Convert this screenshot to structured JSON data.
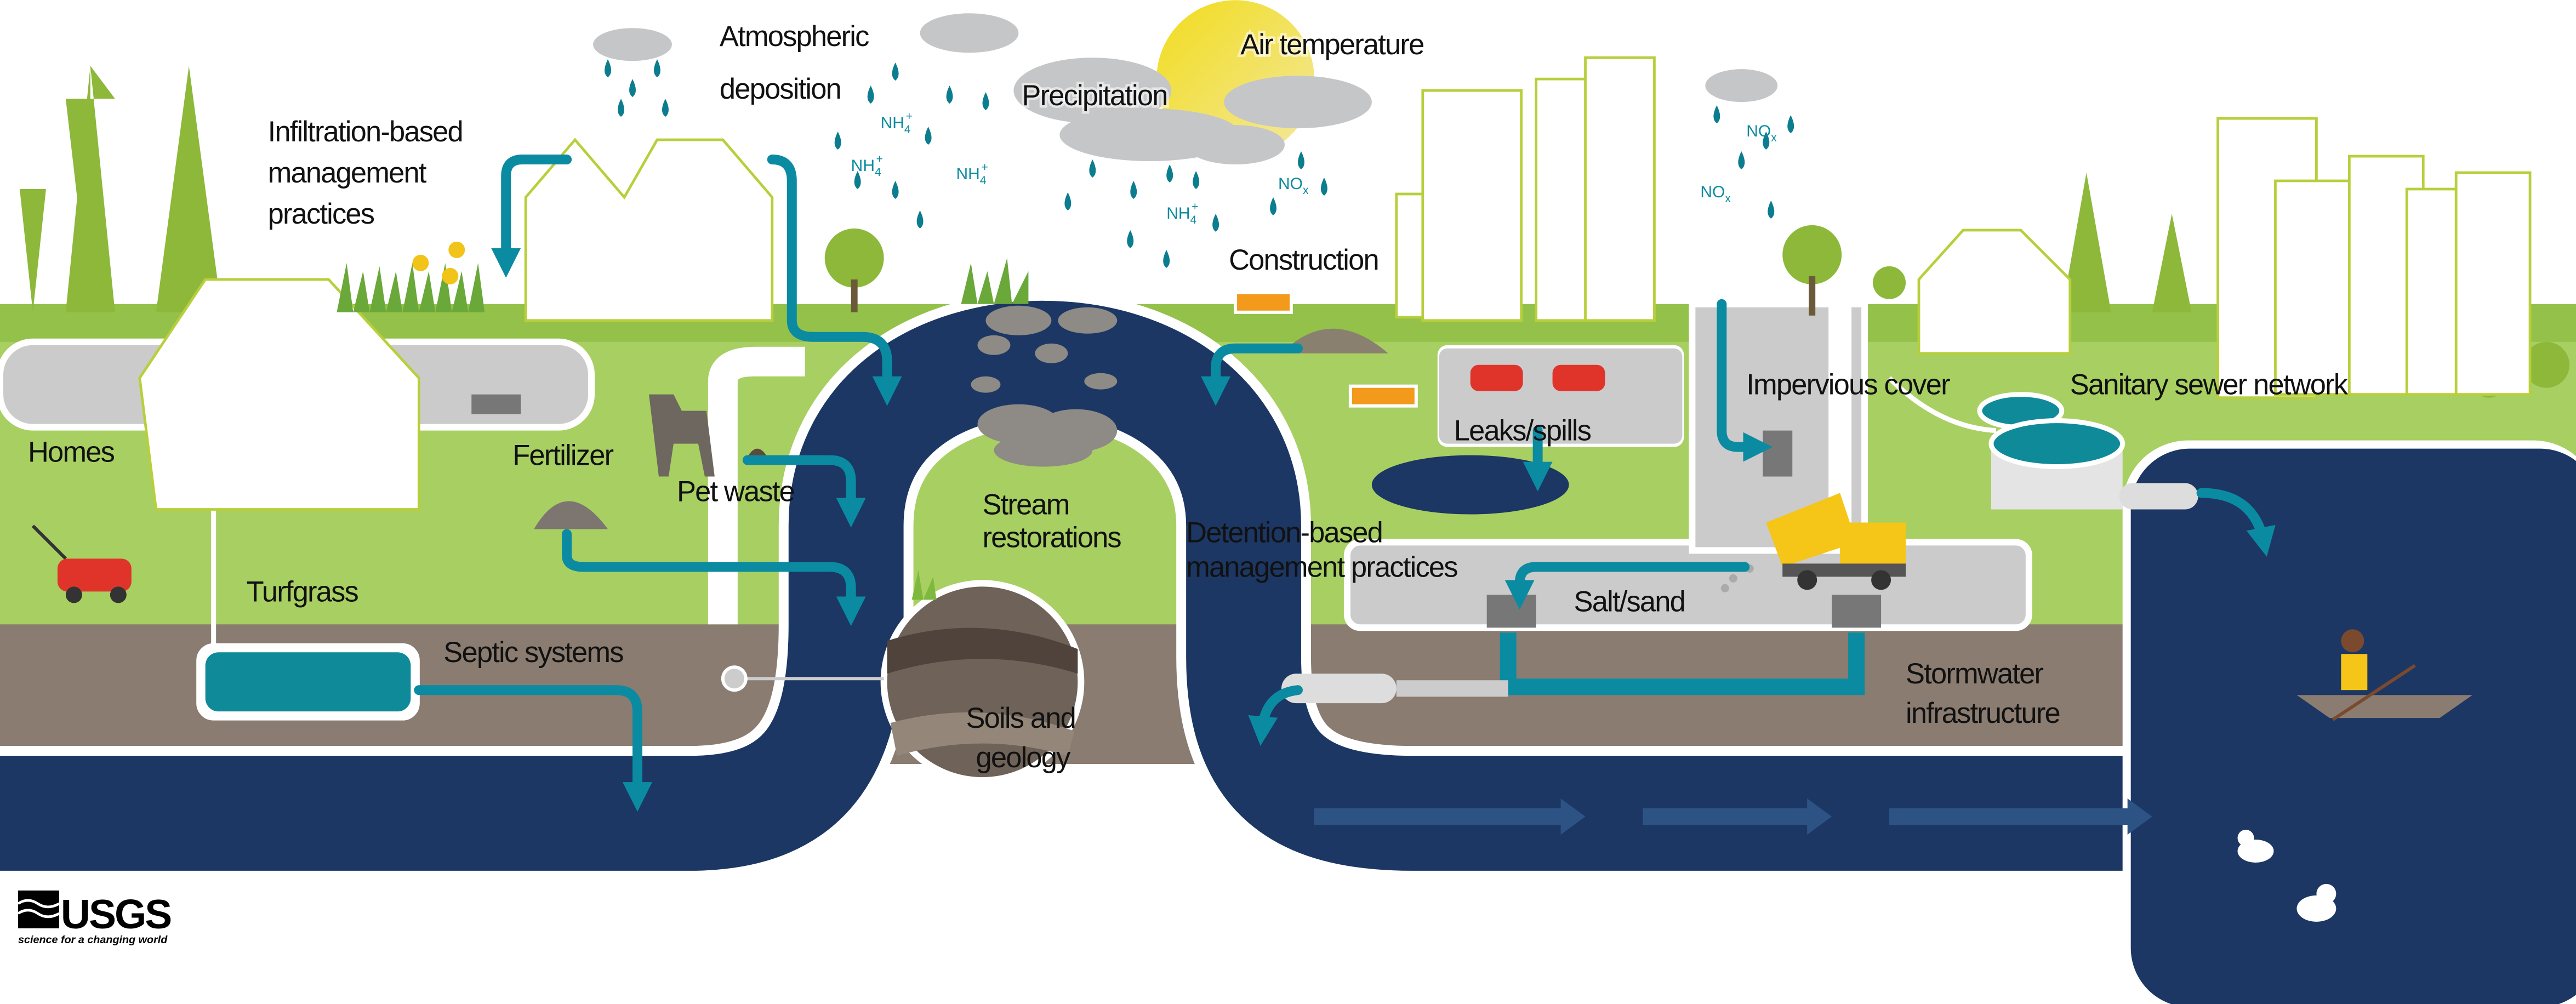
{
  "labels": {
    "infiltration": [
      "Infiltration-based",
      "management",
      "practices"
    ],
    "atmospheric": [
      "Atmospheric",
      "deposition"
    ],
    "precipitation": "Precipitation",
    "air_temperature": "Air temperature",
    "construction": "Construction",
    "homes": "Homes",
    "fertilizer": "Fertilizer",
    "pet_waste": "Pet waste",
    "stream_restorations": [
      "Stream",
      "restorations"
    ],
    "detention": [
      "Detention-based",
      "management practices"
    ],
    "leaks_spills": "Leaks/spills",
    "impervious_cover": "Impervious cover",
    "sanitary_sewer": "Sanitary sewer network",
    "turfgrass": "Turfgrass",
    "septic": "Septic systems",
    "salt_sand": "Salt/sand",
    "soils": [
      "Soils and",
      "geology"
    ],
    "stormwater": [
      "Stormwater",
      "infrastructure"
    ]
  },
  "chemicals": {
    "ammonium": {
      "base": "NH",
      "sub": "4",
      "sup": "+"
    },
    "nitrogen_oxides": {
      "base": "NO",
      "sub": "x",
      "sup": ""
    }
  },
  "logo": {
    "name": "USGS",
    "tagline": "science for a changing world"
  },
  "colors": {
    "river": "#1c3764",
    "flow_arrow": "#0b8ba1",
    "grass": "#93c14a",
    "soil": "#8a7c70",
    "road": "#cbcbcb",
    "building_outline": "#b8cf3c",
    "sun": "#f2dc2a"
  }
}
